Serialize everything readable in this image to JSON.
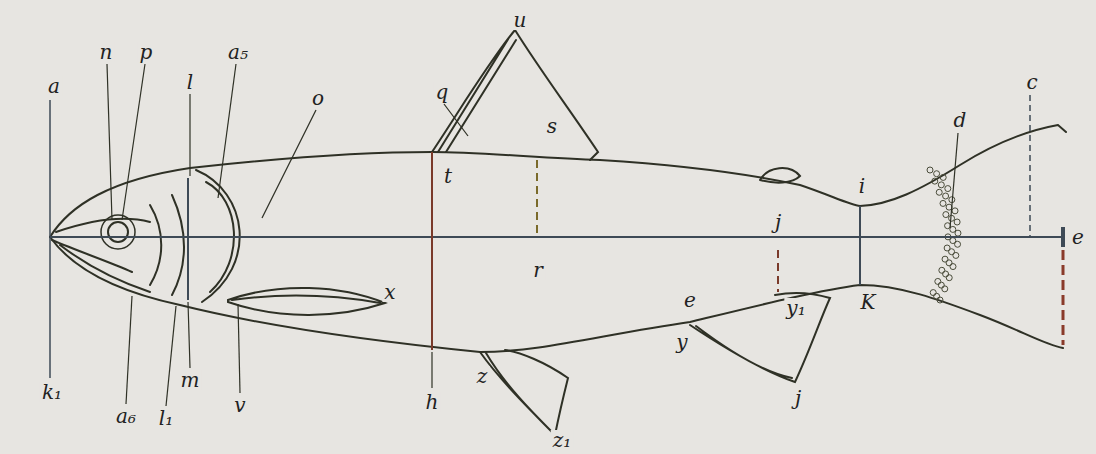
{
  "diagram": {
    "labels": [
      "a",
      "n",
      "p",
      "l",
      "a₅",
      "o",
      "q",
      "t",
      "u",
      "s",
      "r",
      "j",
      "i",
      "d",
      "c",
      "e",
      "k₁",
      "a₆",
      "l₁",
      "m",
      "v",
      "x",
      "h",
      "z",
      "z₁",
      "e",
      "y",
      "y₁",
      "j",
      "K"
    ]
  }
}
